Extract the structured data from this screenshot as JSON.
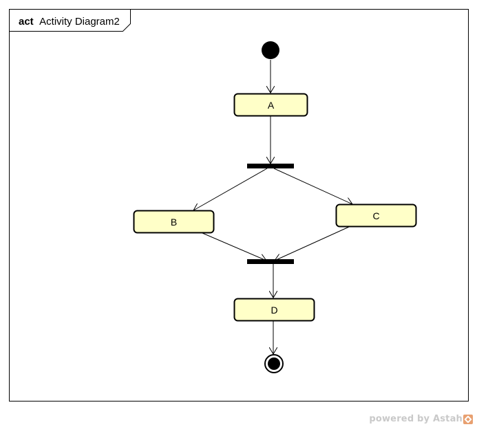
{
  "frame": {
    "keyword": "act",
    "name": "Activity Diagram2"
  },
  "actions": {
    "a": "A",
    "b": "B",
    "c": "C",
    "d": "D"
  },
  "colors": {
    "action_fill": "#ffffc8",
    "stroke": "#000000",
    "footer_text": "#c9c9c9",
    "footer_logo": "#e8a070"
  },
  "footer": {
    "text": "powered by Astah",
    "logo_icon": "astah-logo-icon"
  }
}
